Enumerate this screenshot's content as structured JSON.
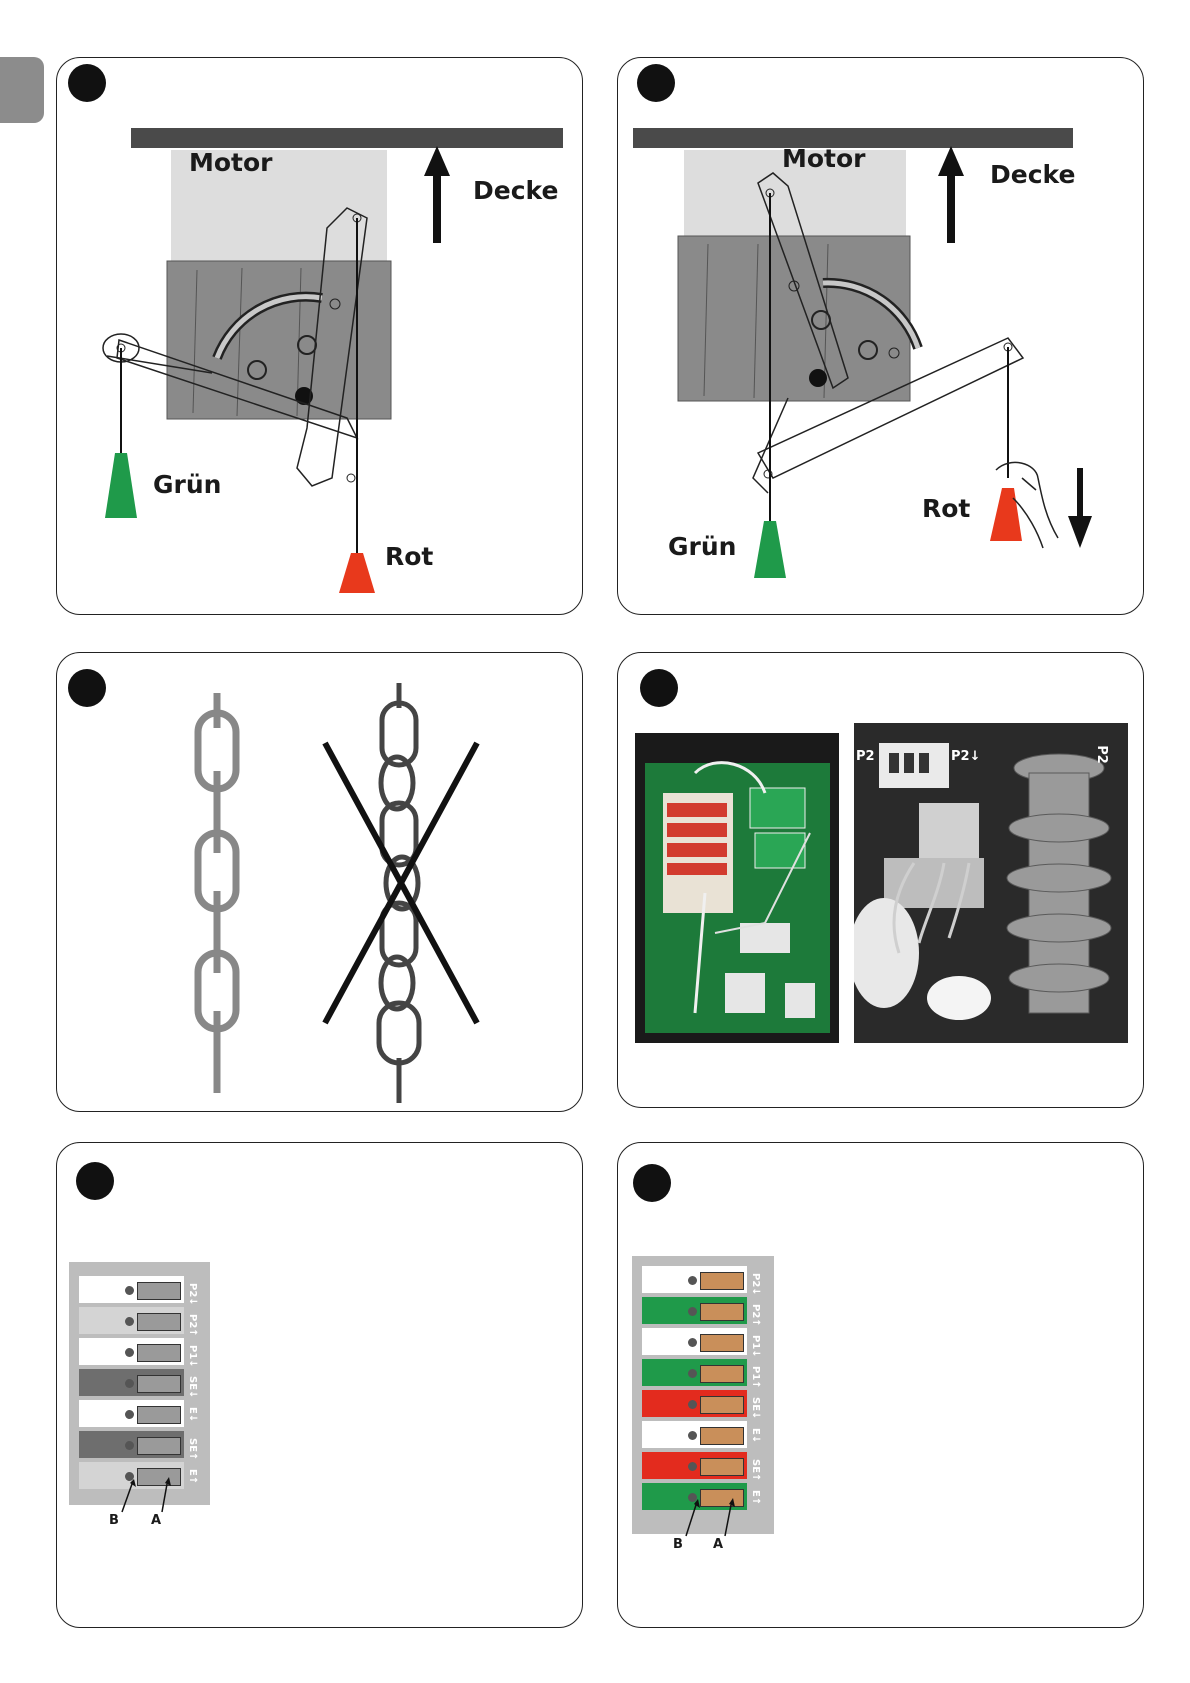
{
  "figures": {
    "fig1": {
      "labels": {
        "motor": "Motor",
        "ceiling": "Decke",
        "green": "Grün",
        "red": "Rot"
      }
    },
    "fig2": {
      "labels": {
        "motor": "Motor",
        "ceiling": "Decke",
        "green": "Grün",
        "red": "Rot"
      }
    },
    "fig3": {
      "left_chain": "correct",
      "right_chain": "twisted (crossed out)"
    },
    "fig4": {
      "photo_left_labels": [],
      "photo_right_labels": {
        "p2_left": "P2",
        "p2_down": "P2↓",
        "p2_edge": "P2"
      }
    },
    "fig5": {
      "terminals": [
        "P2↓",
        "P2↑",
        "P1↓",
        "SE↓",
        "E↓",
        "SE↑",
        "E↑"
      ],
      "row_colors": [
        "#ffffff",
        "#d4d4d4",
        "#ffffff",
        "#6e6e6e",
        "#ffffff",
        "#6e6e6e",
        "#d4d4d4"
      ],
      "pointer_b": "B",
      "pointer_a": "A"
    },
    "fig6": {
      "terminals": [
        "P2↓",
        "P2↑",
        "P1↓",
        "P1↑",
        "SE↓",
        "E↓",
        "SE↑",
        "E↑"
      ],
      "row_colors": [
        "#ffffff",
        "#1f9a4a",
        "#ffffff",
        "#1f9a4a",
        "#e32b1e",
        "#ffffff",
        "#e32b1e",
        "#1f9a4a"
      ],
      "pointer_b": "B",
      "pointer_a": "A"
    }
  },
  "colors": {
    "green": "#1f9a4a",
    "red": "#e8391c",
    "motor_grey": "#8a8a8a",
    "ceiling": "#4a4a4a"
  }
}
